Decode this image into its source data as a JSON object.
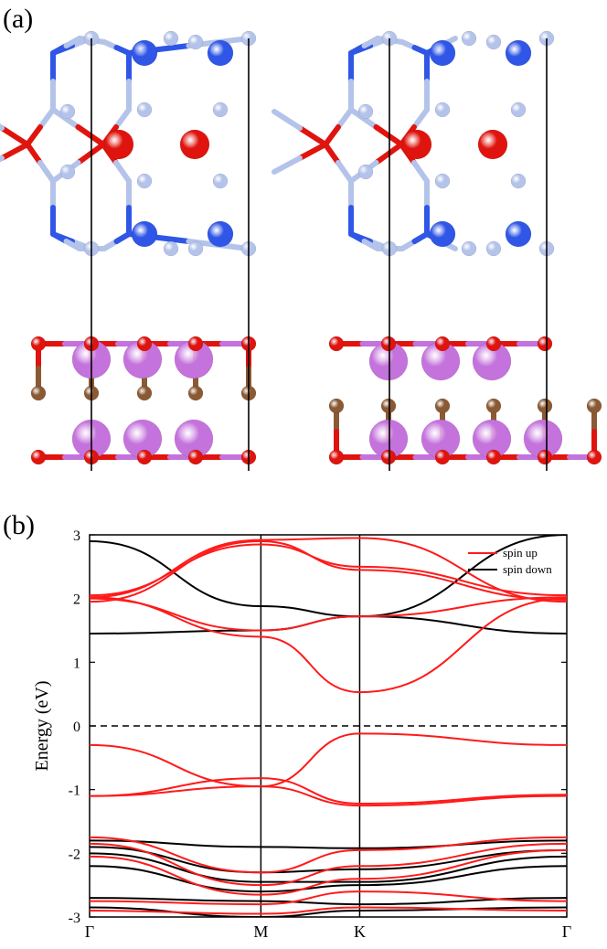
{
  "panels": {
    "a": "(a)",
    "b": "(b)"
  },
  "colors": {
    "nitrogen_small": "#b4c3ea",
    "metal_blue": "#2f56e6",
    "oxygen_red": "#e0140e",
    "large_purple": "#c472dc",
    "brown": "#8a5a34",
    "spin_up": "#ff1a1a",
    "spin_down": "#000000"
  },
  "chart_data": {
    "type": "line",
    "title": "",
    "xlabel": "",
    "ylabel": "Energy (eV)",
    "ylim": [
      -3,
      3
    ],
    "yticks": [
      -3,
      -2,
      -1,
      0,
      1,
      2,
      3
    ],
    "x_ticks": [
      {
        "label": "Γ",
        "pos": 0
      },
      {
        "label": "M",
        "pos": 0.359
      },
      {
        "label": "K",
        "pos": 0.566
      },
      {
        "label": "Γ",
        "pos": 1
      }
    ],
    "fermi_level": 0,
    "legend": {
      "placement": "top-right"
    },
    "series": [
      {
        "name": "spin up",
        "color": "#ff1a1a",
        "bands": [
          [
            [
              0,
              -0.3
            ],
            [
              0.359,
              -0.95
            ],
            [
              0.566,
              -0.12
            ],
            [
              1,
              -0.3
            ]
          ],
          [
            [
              0,
              -1.1
            ],
            [
              0.359,
              -0.82
            ],
            [
              0.566,
              -1.22
            ],
            [
              1,
              -1.08
            ]
          ],
          [
            [
              0,
              -1.1
            ],
            [
              0.359,
              -0.95
            ],
            [
              0.566,
              -1.25
            ],
            [
              1,
              -1.1
            ]
          ],
          [
            [
              0,
              2.02
            ],
            [
              0.359,
              1.4
            ],
            [
              0.566,
              0.53
            ],
            [
              1,
              2.0
            ]
          ],
          [
            [
              0,
              2.0
            ],
            [
              0.359,
              1.5
            ],
            [
              0.566,
              1.72
            ],
            [
              1,
              2.02
            ]
          ],
          [
            [
              0,
              2.05
            ],
            [
              0.359,
              2.85
            ],
            [
              0.566,
              2.5
            ],
            [
              1,
              2.05
            ]
          ],
          [
            [
              0,
              2.02
            ],
            [
              0.359,
              2.92
            ],
            [
              0.566,
              2.95
            ],
            [
              1,
              1.95
            ]
          ],
          [
            [
              0,
              1.95
            ],
            [
              0.359,
              2.9
            ],
            [
              0.566,
              2.45
            ],
            [
              1,
              1.98
            ]
          ],
          [
            [
              0,
              -1.75
            ],
            [
              0.359,
              -2.3
            ],
            [
              0.566,
              -1.95
            ],
            [
              1,
              -1.75
            ]
          ],
          [
            [
              0,
              -1.85
            ],
            [
              0.359,
              -2.5
            ],
            [
              0.566,
              -2.2
            ],
            [
              1,
              -1.85
            ]
          ],
          [
            [
              0,
              -2.05
            ],
            [
              0.359,
              -2.65
            ],
            [
              0.566,
              -2.4
            ],
            [
              1,
              -1.95
            ]
          ],
          [
            [
              0,
              -2.75
            ],
            [
              0.359,
              -2.8
            ],
            [
              0.566,
              -2.6
            ],
            [
              1,
              -2.75
            ]
          ],
          [
            [
              0,
              -2.9
            ],
            [
              0.359,
              -2.95
            ],
            [
              0.566,
              -2.85
            ],
            [
              1,
              -2.9
            ]
          ]
        ]
      },
      {
        "name": "spin down",
        "color": "#000000",
        "bands": [
          [
            [
              0,
              1.45
            ],
            [
              0.359,
              1.5
            ],
            [
              0.566,
              1.72
            ],
            [
              1,
              1.45
            ]
          ],
          [
            [
              0,
              2.9
            ],
            [
              0.359,
              1.88
            ],
            [
              0.566,
              1.72
            ],
            [
              1,
              3.0
            ]
          ],
          [
            [
              0,
              -1.8
            ],
            [
              0.359,
              -1.9
            ],
            [
              0.566,
              -1.92
            ],
            [
              1,
              -1.8
            ]
          ],
          [
            [
              0,
              -1.9
            ],
            [
              0.359,
              -2.3
            ],
            [
              0.566,
              -2.25
            ],
            [
              1,
              -1.95
            ]
          ],
          [
            [
              0,
              -2.0
            ],
            [
              0.359,
              -2.45
            ],
            [
              0.566,
              -2.45
            ],
            [
              1,
              -2.05
            ]
          ],
          [
            [
              0,
              -2.2
            ],
            [
              0.359,
              -2.6
            ],
            [
              0.566,
              -2.5
            ],
            [
              1,
              -2.2
            ]
          ],
          [
            [
              0,
              -2.7
            ],
            [
              0.359,
              -2.75
            ],
            [
              0.566,
              -2.8
            ],
            [
              1,
              -2.7
            ]
          ],
          [
            [
              0,
              -2.85
            ],
            [
              0.359,
              -3.0
            ],
            [
              0.566,
              -2.9
            ],
            [
              1,
              -2.85
            ]
          ]
        ]
      }
    ]
  }
}
